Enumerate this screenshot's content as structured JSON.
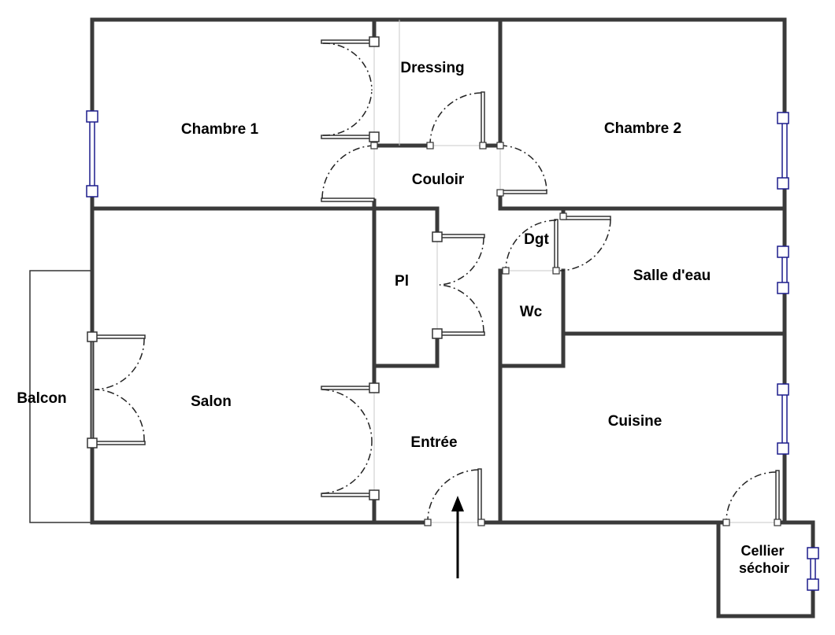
{
  "plan": {
    "rooms": {
      "dressing": "Dressing",
      "chambre1": "Chambre 1",
      "chambre2": "Chambre 2",
      "couloir": "Couloir",
      "dgt": "Dgt",
      "pl": "Pl",
      "salle_deau": "Salle d'eau",
      "wc": "Wc",
      "balcon": "Balcon",
      "salon": "Salon",
      "entree": "Entrée",
      "cuisine": "Cuisine",
      "cellier_line1": "Cellier",
      "cellier_line2": "séchoir"
    }
  }
}
